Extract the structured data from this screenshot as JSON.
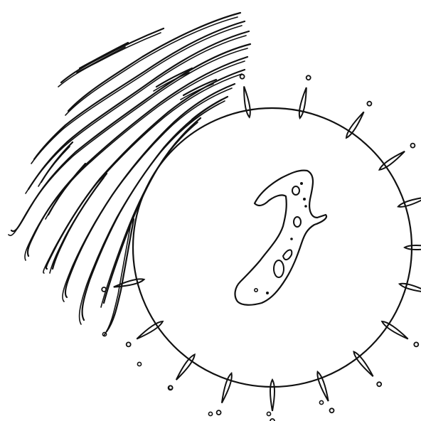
{
  "diagram": {
    "type": "line-drawing",
    "labels": [],
    "colors": {
      "background": "#ffffff",
      "ink": "#111111"
    },
    "elements": [
      "fibrous-strands",
      "circular-cell",
      "irregular-inner-body",
      "radiating-teardrop-projections",
      "small-dots"
    ]
  }
}
